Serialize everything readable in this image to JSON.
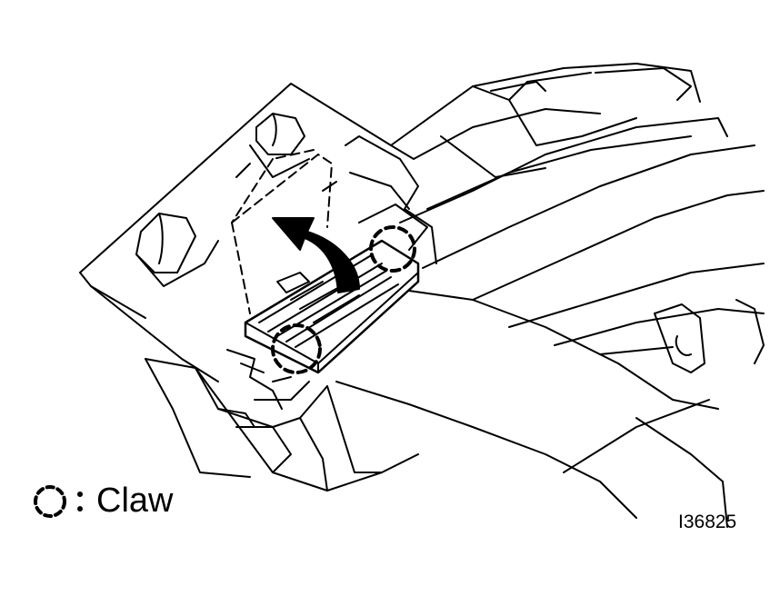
{
  "legend": {
    "symbol": "dashed-circle",
    "label": "Claw"
  },
  "figure_id": "I36825",
  "colors": {
    "line": "#000000",
    "background": "#ffffff"
  }
}
